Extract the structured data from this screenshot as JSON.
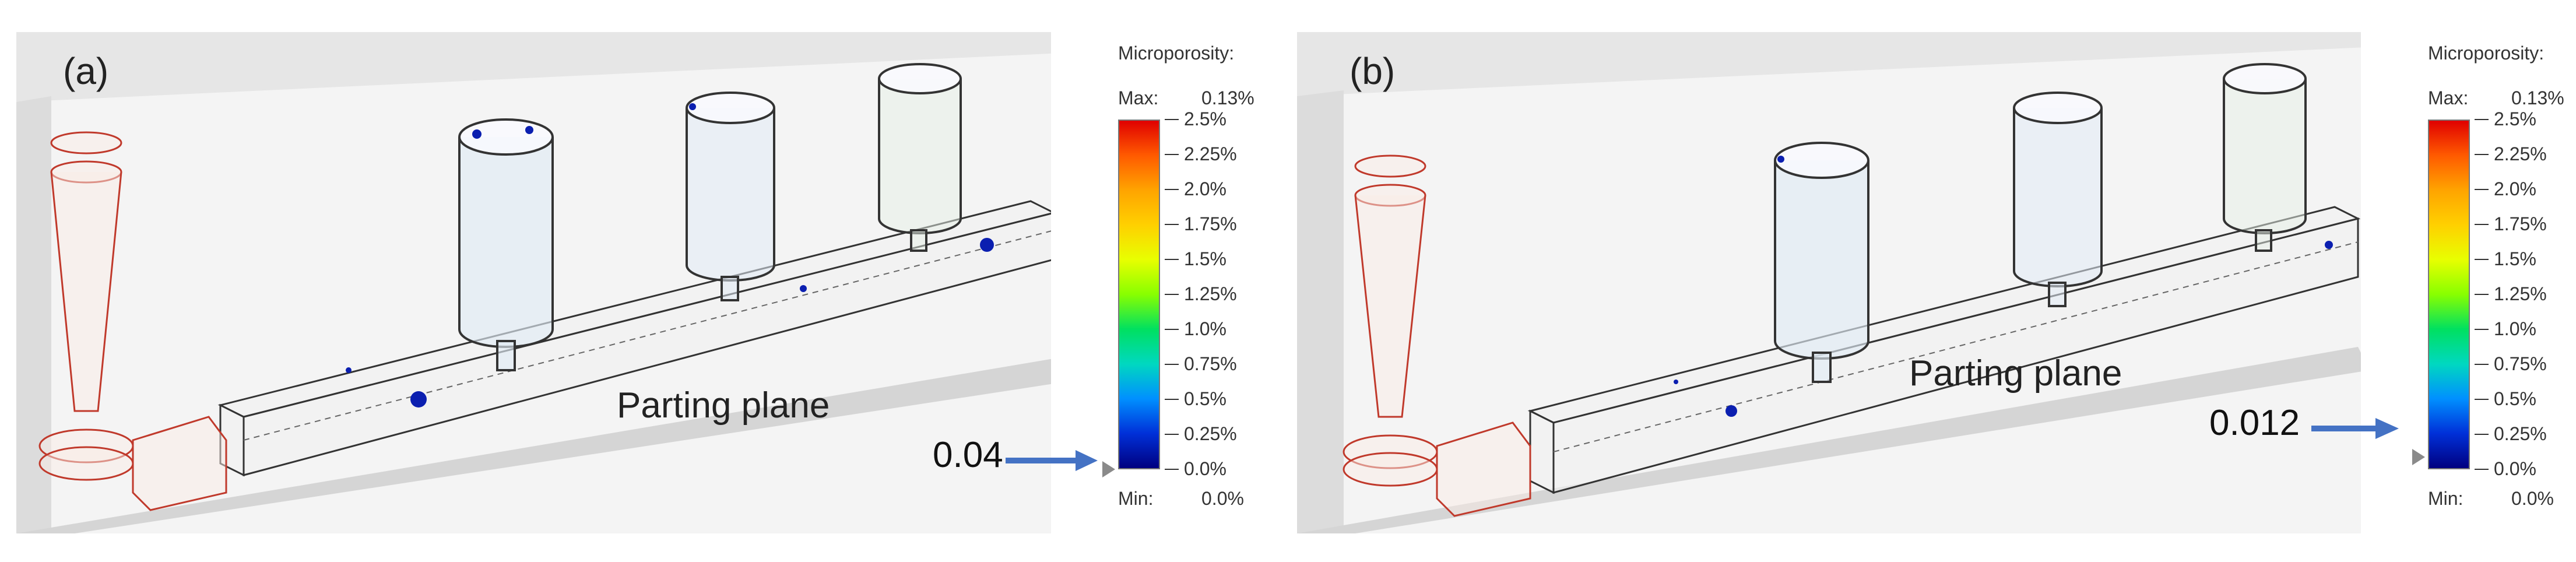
{
  "panels": [
    {
      "label": "(a)",
      "plane_label": "Parting plane",
      "legend": {
        "title": "Microporosity:",
        "max_label": "Max:",
        "max_value": "0.13%",
        "min_label": "Min:",
        "min_value": "0.0%",
        "ticks": [
          "2.5%",
          "2.25%",
          "2.0%",
          "1.75%",
          "1.5%",
          "1.25%",
          "1.0%",
          "0.75%",
          "0.5%",
          "0.25%",
          "0.0%"
        ]
      },
      "callout": "0.04"
    },
    {
      "label": "(b)",
      "plane_label": "Parting plane",
      "legend": {
        "title": "Microporosity:",
        "max_label": "Max:",
        "max_value": "0.13%",
        "min_label": "Min:",
        "min_value": "0.0%",
        "ticks": [
          "2.5%",
          "2.25%",
          "2.0%",
          "1.75%",
          "1.5%",
          "1.25%",
          "1.0%",
          "0.75%",
          "0.5%",
          "0.25%",
          "0.0%"
        ]
      },
      "callout": "0.012"
    }
  ],
  "colors": {
    "callout_arrow": "#4472c4",
    "porosity_dot": "#0b1fb0",
    "sprue": "#c0392b"
  }
}
